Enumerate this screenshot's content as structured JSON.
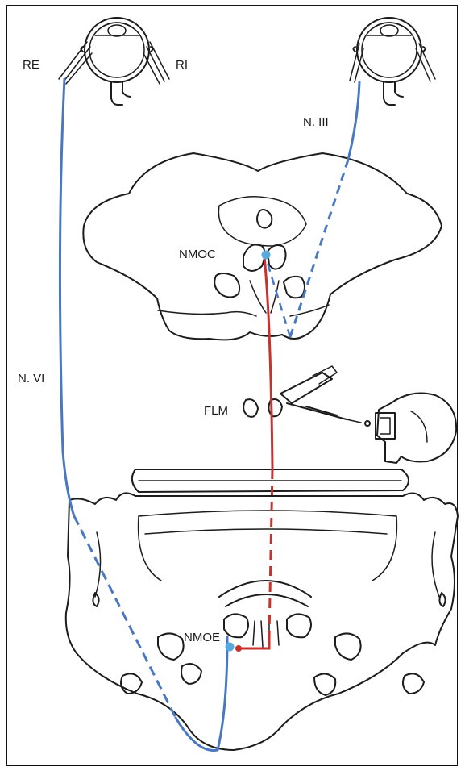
{
  "labels": {
    "re": "RE",
    "ri": "RI",
    "n_iii": "N. III",
    "nmoc": "NMOC",
    "n_vi": "N. VI",
    "flm": "FLM",
    "nmoe": "NMOE"
  },
  "colors": {
    "outline": "#1c1c1c",
    "nerve_blue": "#4a78c0",
    "pathway_red": "#c8322c",
    "nucleus_blue": "#5aa9de"
  }
}
